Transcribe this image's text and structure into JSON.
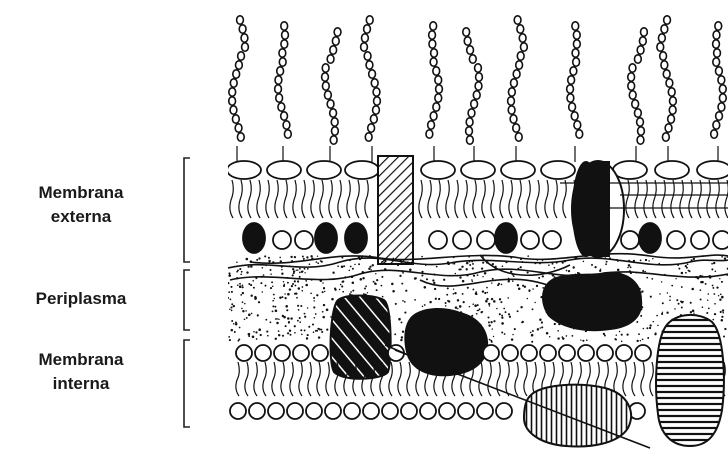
{
  "labels": {
    "outer_membrane_line1": "Membrana",
    "outer_membrane_line2": "externa",
    "periplasm": "Periplasma",
    "inner_membrane_line1": "Membrana",
    "inner_membrane_line2": "interna"
  },
  "colors": {
    "ink": "#111111",
    "background": "#ffffff"
  }
}
